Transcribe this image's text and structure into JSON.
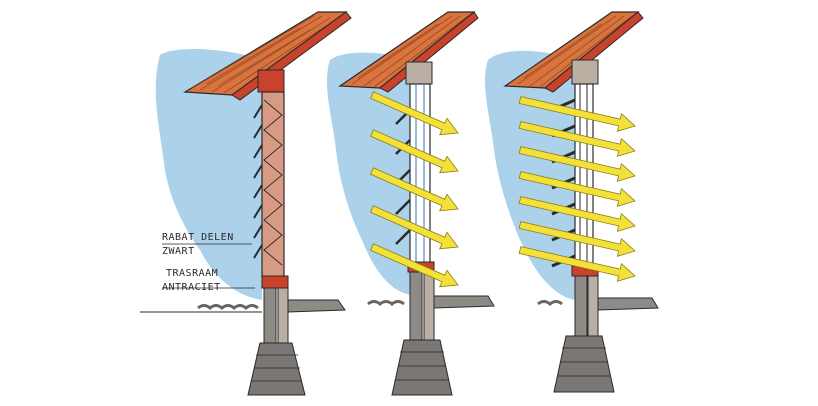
{
  "labels": {
    "cladding_line1": "RABAT DELEN",
    "cladding_line2": "ZWART",
    "plinth_line1": "TRASRAAM",
    "plinth_line2": "ANTRACIET"
  },
  "palette": {
    "sky": "#9ec9e6",
    "roof": "#d9743e",
    "roof_hatch": "#8a3f1c",
    "fascia": "#c9422b",
    "wall": "#b9b0a3",
    "brick": "#d99a84",
    "plinth": "#8e8a86",
    "footing": "#7a7774",
    "ground": "#6b6560",
    "arrow": "#f3e13a",
    "arrow_edge": "#8c7d14",
    "ink": "#2a2a2a"
  },
  "sketches": [
    {
      "name": "section-1-closed-louvres",
      "arrows": 0
    },
    {
      "name": "section-2-open-louvres",
      "arrows": 5
    },
    {
      "name": "section-3-wide-open-louvres",
      "arrows": 7
    }
  ]
}
